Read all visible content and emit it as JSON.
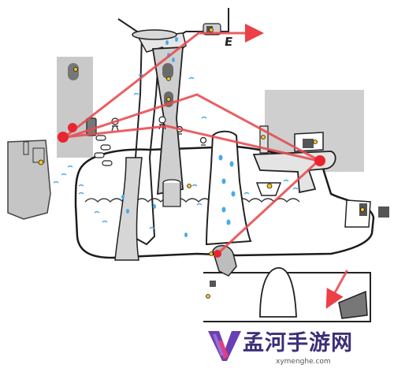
{
  "route": {
    "exit_label": "E",
    "route_color": "#e8494f",
    "marker_color": "#e8262f"
  },
  "watermark": {
    "name": "孟河手游网",
    "url": "xymenghe.com",
    "logo_icon": "v-ribbon-logo",
    "logo_colors": [
      "#6a3fb5",
      "#e0407a"
    ]
  },
  "palette": {
    "stone": "#c8c8c8",
    "stone_dark": "#9a9a9a",
    "water": "#4aa9e8",
    "pickup": "#f2c21b",
    "ink": "#222222"
  }
}
